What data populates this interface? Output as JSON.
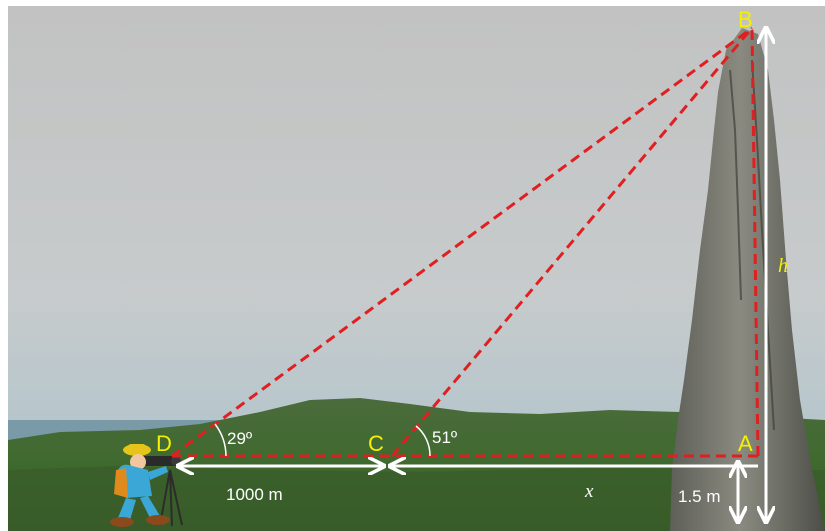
{
  "points": {
    "A": "A",
    "B": "B",
    "C": "C",
    "D": "D"
  },
  "angles": {
    "at_D": "29º",
    "at_C": "51º"
  },
  "measures": {
    "DC": "1000 m",
    "CA": "x",
    "height": "h",
    "instrument_height": "1.5 m"
  },
  "colors": {
    "sight_lines": "#e02020",
    "point_labels": "#f5f000",
    "measure_arrows": "#ffffff",
    "height_label": "#f5f000"
  }
}
